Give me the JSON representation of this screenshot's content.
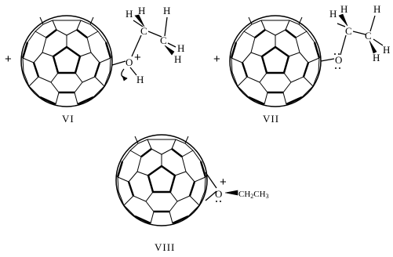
{
  "structures": [
    {
      "label": "VI",
      "ring_charge": "+",
      "oxygen": "O",
      "oxygen_charge": "+",
      "hydrogens": [
        "H",
        "H",
        "H",
        "H",
        "H",
        "H"
      ],
      "carbons": [
        "C",
        "C"
      ]
    },
    {
      "label": "VII",
      "ring_charge": "+",
      "oxygen": "O",
      "hydrogens": [
        "H",
        "H",
        "H",
        "H",
        "H"
      ],
      "carbons": [
        "C",
        "C"
      ]
    },
    {
      "label": "VIII",
      "oxygen": "O",
      "oxygen_charge": "+",
      "substituent": "CH",
      "sub_2": "2",
      "substituent_end": "CH",
      "sub_3": "3"
    }
  ]
}
